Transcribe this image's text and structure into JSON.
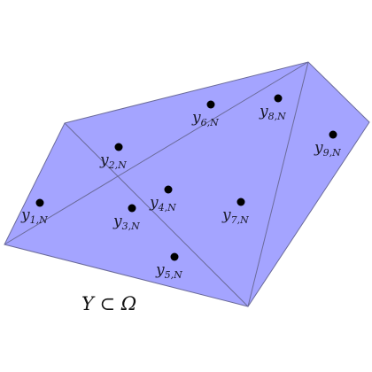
{
  "region": {
    "fill": "#a4a4ff",
    "edge_color": "#6b6b9a"
  },
  "set_label": "Y ⊂ Ω",
  "points": [
    {
      "base": "y",
      "sub": "1,N"
    },
    {
      "base": "y",
      "sub": "2,N"
    },
    {
      "base": "y",
      "sub": "3,N"
    },
    {
      "base": "y",
      "sub": "4,N"
    },
    {
      "base": "y",
      "sub": "5,N"
    },
    {
      "base": "y",
      "sub": "6,N"
    },
    {
      "base": "y",
      "sub": "7,N"
    },
    {
      "base": "y",
      "sub": "8,N"
    },
    {
      "base": "y",
      "sub": "9,N"
    }
  ]
}
